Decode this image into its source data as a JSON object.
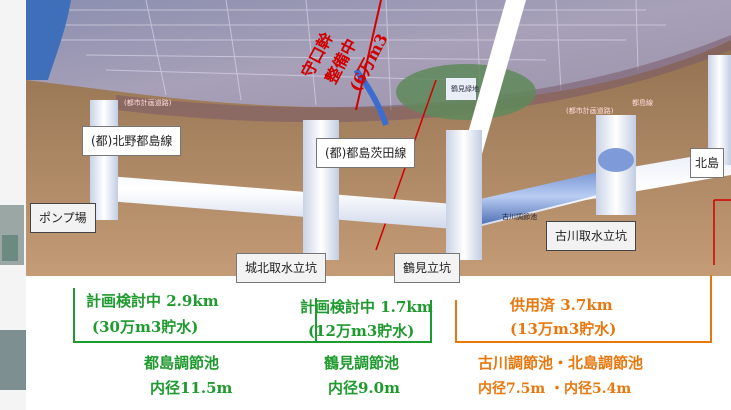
{
  "diagram": {
    "labels": {
      "kitano_line": "(都)北野都島線",
      "miyakojima_line": "(都)都島茨田線",
      "kita_partial": "北島",
      "pump": "ポンプ場",
      "johoku_shaft": "城北取水立坑",
      "tsurumi_shaft": "鶴見立坑",
      "furukawa_shaft": "古川取水立坑"
    },
    "top_red_text": {
      "line1": "守口幹",
      "line2": "整備中",
      "line3": "(6万m3"
    },
    "map_tiny": {
      "road_left": "(都市計画道路)",
      "road_mid": "(都市計画道路)",
      "road_right": "都島線",
      "facility": "鶴見緑地",
      "canal": "古川調節池"
    },
    "sections": [
      {
        "status": "計画検討中 2.9km",
        "volume": "(30万m3貯水)",
        "name": "都島調節池",
        "diameter": "内径11.5m",
        "color": "#1f9a2e"
      },
      {
        "status": "計画検討中 1.7km",
        "volume": "(12万m3貯水)",
        "name": "鶴見調節池",
        "diameter": "内径9.0m",
        "color": "#1f9a2e"
      },
      {
        "status": "供用済 3.7km",
        "volume": "(13万m3貯水)",
        "name": "古川調節池・北島調節池",
        "diameter": "内径7.5m ・内径5.4m",
        "color": "#e8780e"
      }
    ]
  }
}
